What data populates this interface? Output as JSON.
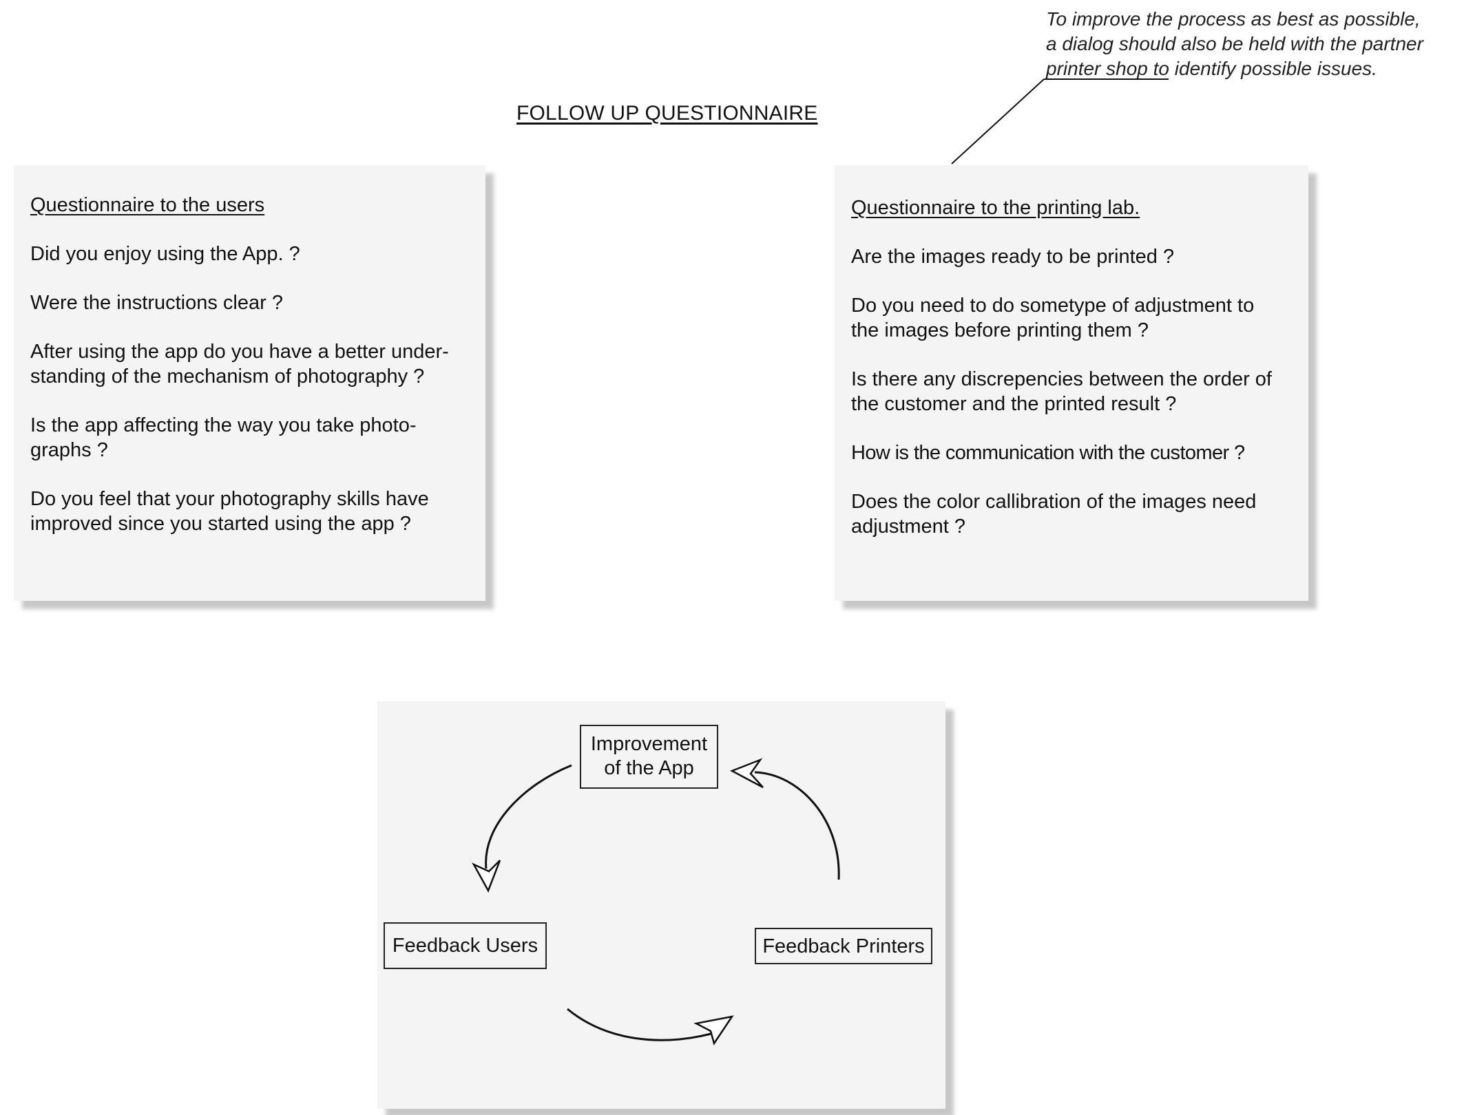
{
  "title": "FOLLOW UP QUESTIONNAIRE",
  "annotation": {
    "lines": [
      "To improve the process as best as possible,",
      "a dialog should also be held with the partner",
      "printer shop to identify possible issues."
    ]
  },
  "users_card": {
    "title": "Questionnaire to the users",
    "questions": [
      "Did you enjoy using the App. ?",
      "Were the instructions clear ?",
      "After using the app do you have a better under-standing of the mechanism of photography ?",
      "Is the app affecting the way you take photo-graphs ?",
      "Do you feel that your photography skills have improved since you started using the app ?"
    ]
  },
  "lab_card": {
    "title": "Questionnaire to the printing lab.",
    "questions": [
      "Are the images ready to be printed ?",
      "Do you need to do sometype of adjustment to the images before printing them ?",
      "Is there any discrepencies between the order of the customer and the printed result ?",
      "How is the communication with the customer ?",
      "Does the color callibration of the images need adjustment ?"
    ]
  },
  "cycle": {
    "improvement": [
      "Improvement",
      "of the App"
    ],
    "feedback_users": "Feedback Users",
    "feedback_printers": "Feedback Printers"
  },
  "colors": {
    "card_bg": "#f3f4f3",
    "stroke": "#111111"
  }
}
